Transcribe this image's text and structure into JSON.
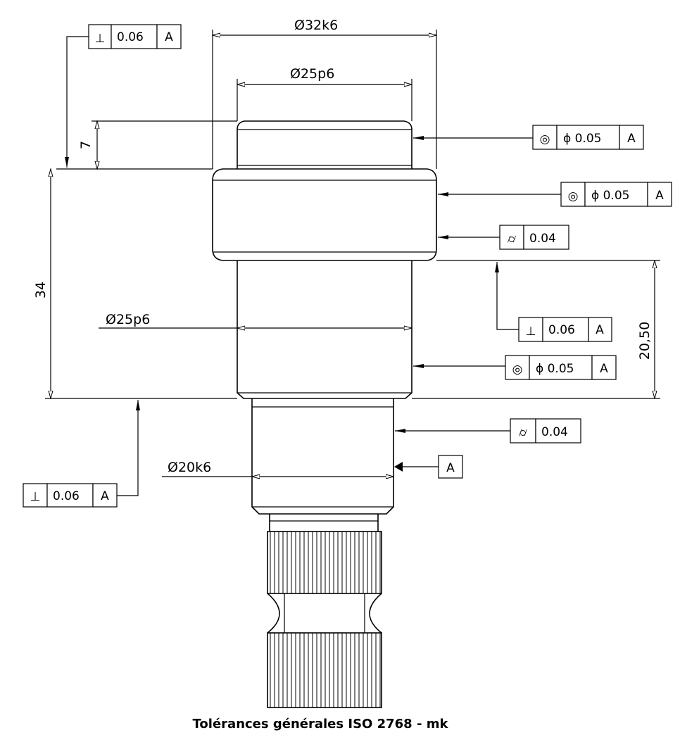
{
  "dimensions": {
    "d32k6": "Ø32k6",
    "d25p6_top": "Ø25p6",
    "d25p6_mid": "Ø25p6",
    "d20k6": "Ø20k6",
    "len_7": "7",
    "len_34": "34",
    "len_20_50": "20,50"
  },
  "feature_frames": {
    "perp_top": {
      "symbol": "⊥",
      "value": "0.06",
      "datum": "A"
    },
    "conc_1": {
      "symbol": "◎",
      "value": "ϕ 0.05",
      "datum": "A"
    },
    "conc_2": {
      "symbol": "◎",
      "value": "ϕ 0.05",
      "datum": "A"
    },
    "cyl_1": {
      "symbol": "⌭",
      "value": "0.04"
    },
    "perp_mid": {
      "symbol": "⊥",
      "value": "0.06",
      "datum": "A"
    },
    "conc_3": {
      "symbol": "◎",
      "value": "ϕ 0.05",
      "datum": "A"
    },
    "cyl_2": {
      "symbol": "⌭",
      "value": "0.04"
    },
    "datum_a": {
      "datum": "A"
    },
    "perp_bottom": {
      "symbol": "⊥",
      "value": "0.06",
      "datum": "A"
    }
  },
  "footer": {
    "note": "Tolérances générales ISO 2768 - mk"
  }
}
